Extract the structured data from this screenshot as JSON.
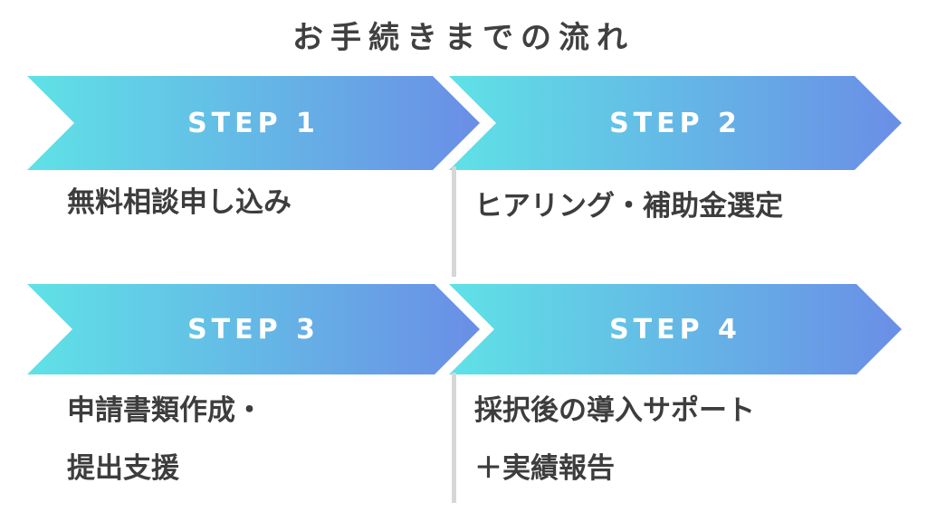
{
  "title": "お手続きまでの流れ",
  "colors": {
    "gradient_start": "#5fe2e6",
    "gradient_end": "#6a8ee6",
    "divider": "#d6d6d6",
    "text": "#3d3d3d"
  },
  "steps": [
    {
      "label": "STEP 1",
      "lines": [
        "無料相談申し込み"
      ]
    },
    {
      "label": "STEP 2",
      "lines": [
        "ヒアリング・補助金選定"
      ]
    },
    {
      "label": "STEP 3",
      "lines": [
        "申請書類作成・",
        "提出支援"
      ]
    },
    {
      "label": "STEP 4",
      "lines": [
        "採択後の導入サポート",
        "＋実績報告"
      ]
    }
  ]
}
